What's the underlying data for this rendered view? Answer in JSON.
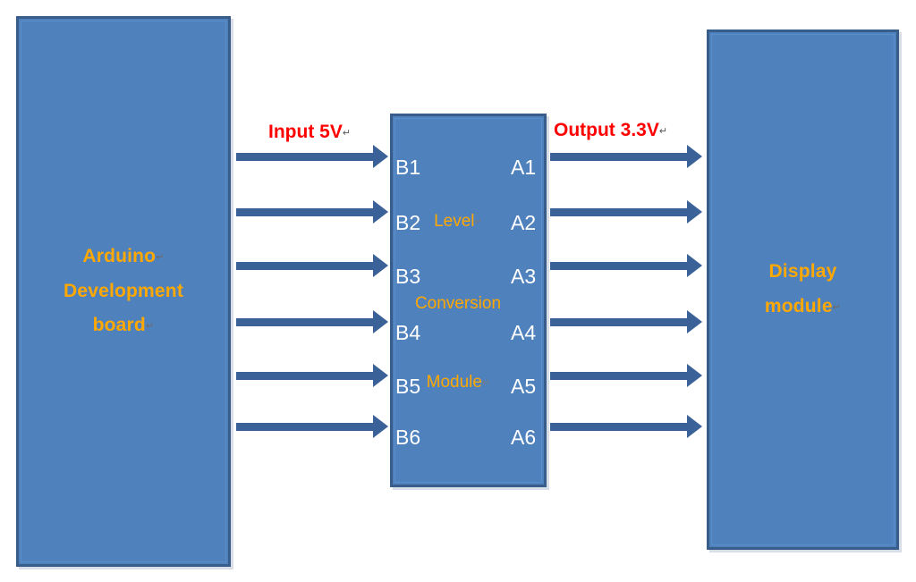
{
  "diagram": {
    "title": "Arduino to Display module level conversion block diagram",
    "colors": {
      "box_fill": "#4F81BD",
      "box_border": "#385D8A",
      "arrow": "#3A6298",
      "gold_text": "#FFA800",
      "red_text": "#FF0000",
      "pin_text": "#FFFFFF",
      "background": "#FFFFFF"
    }
  },
  "board": {
    "lines": [
      "Arduino",
      "Development",
      "board"
    ],
    "pilcrow": "↵"
  },
  "module": {
    "words": [
      "Level",
      "Conversion",
      "Module"
    ],
    "pilcrow": "↵",
    "left_pins": [
      "B1",
      "B2",
      "B3",
      "B4",
      "B5",
      "B6"
    ],
    "right_pins": [
      "A1",
      "A2",
      "A3",
      "A4",
      "A5",
      "A6"
    ]
  },
  "display": {
    "lines": [
      "Display",
      "module"
    ],
    "pilcrow": "↵"
  },
  "labels": {
    "input": "Input 5V",
    "output": "Output 3.3V",
    "pilcrow": "↵"
  },
  "geometry": {
    "pin_rows_y": [
      176,
      238,
      298,
      361,
      421,
      478
    ],
    "arrow_rows_y": [
      175,
      237,
      297,
      360,
      420,
      477
    ]
  }
}
